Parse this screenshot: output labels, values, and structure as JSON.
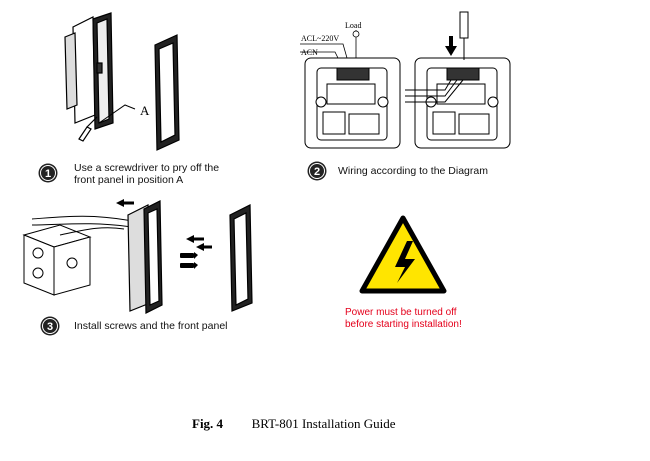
{
  "steps": [
    {
      "number": "1",
      "line1": "Use a screwdriver to pry off the",
      "line2": "front panel in position A"
    },
    {
      "number": "2",
      "line1": "Wiring according to the Diagram",
      "line2": ""
    },
    {
      "number": "3",
      "line1": "Install screws and the front panel",
      "line2": ""
    }
  ],
  "panel1": {
    "position_label": "A"
  },
  "wiring": {
    "load_label": "Load",
    "acl_label": "ACL~220V",
    "acn_label": "ACN"
  },
  "warning": {
    "line1": "Power must be turned off",
    "line2": "before starting installation!"
  },
  "caption": {
    "fig_label": "Fig. 4",
    "title": "BRT-801 Installation Guide"
  },
  "colors": {
    "warning_yellow": "#ffe500",
    "warning_red": "#e4001b",
    "line": "#000000"
  }
}
